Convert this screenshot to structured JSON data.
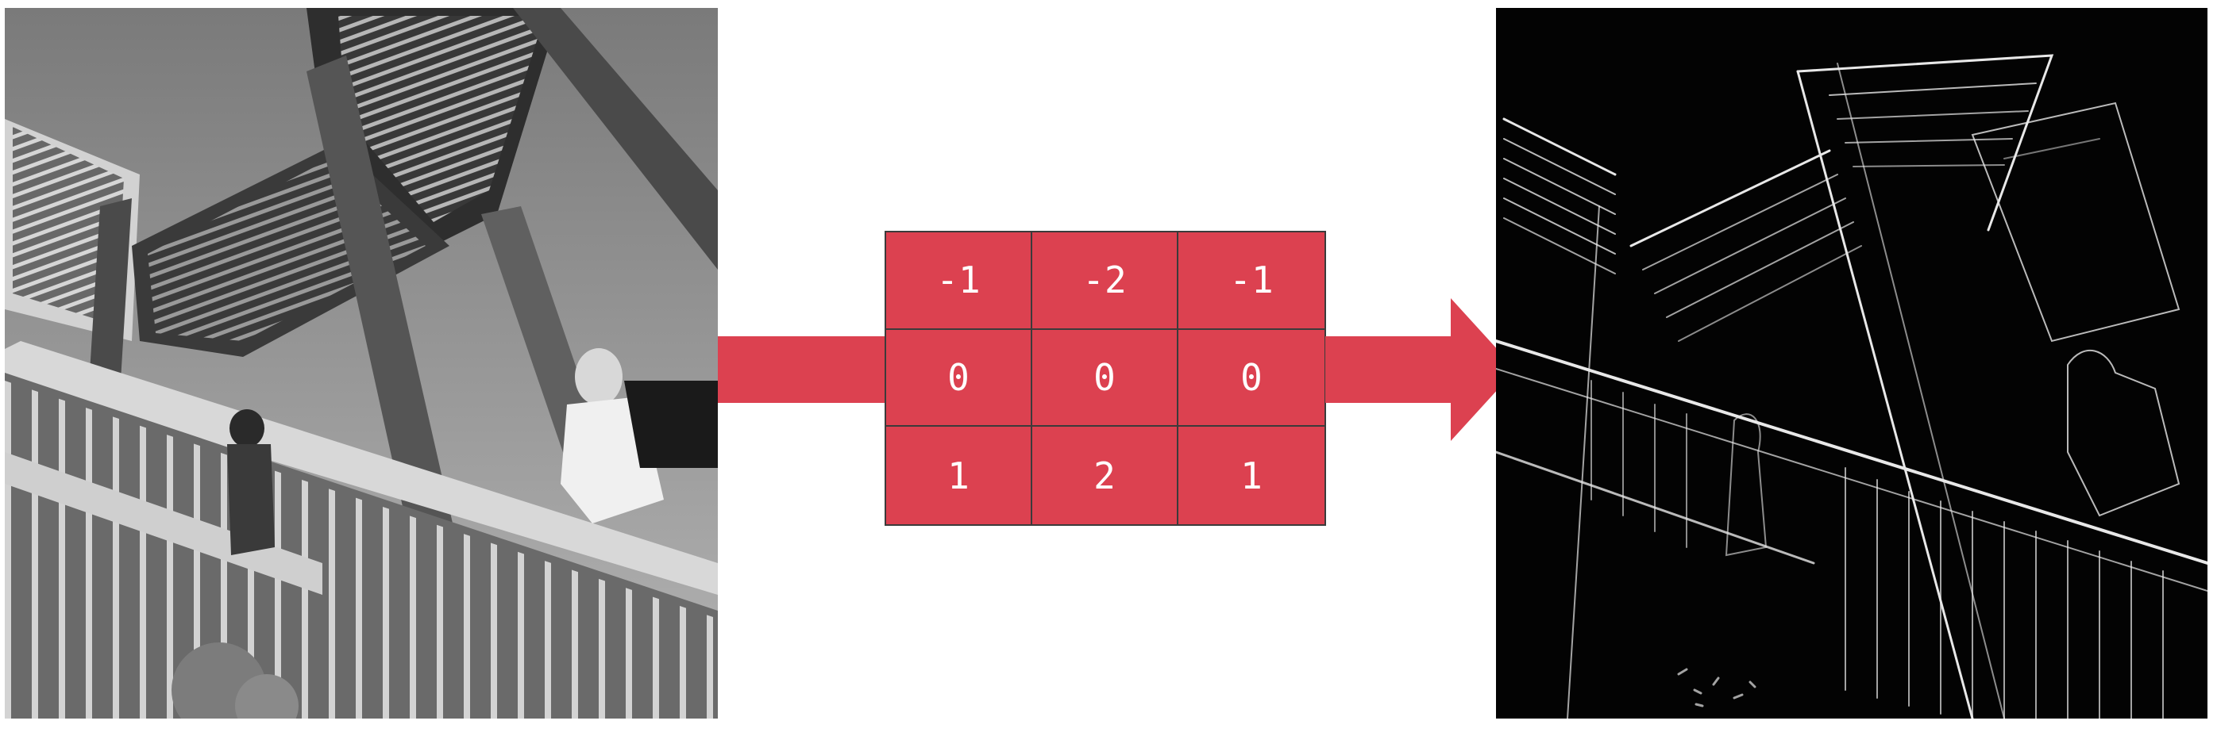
{
  "input_image": {
    "alt": "grayscale photo of outdoor staircase with a person climbing"
  },
  "output_image": {
    "alt": "edge-detected result image"
  },
  "kernel": {
    "rows": [
      [
        "-1",
        "-2",
        "-1"
      ],
      [
        "0",
        "0",
        "0"
      ],
      [
        "1",
        "2",
        "1"
      ]
    ]
  },
  "colors": {
    "accent": "#dc4150",
    "grid_line": "#3b3b3b",
    "background": "#ffffff"
  }
}
